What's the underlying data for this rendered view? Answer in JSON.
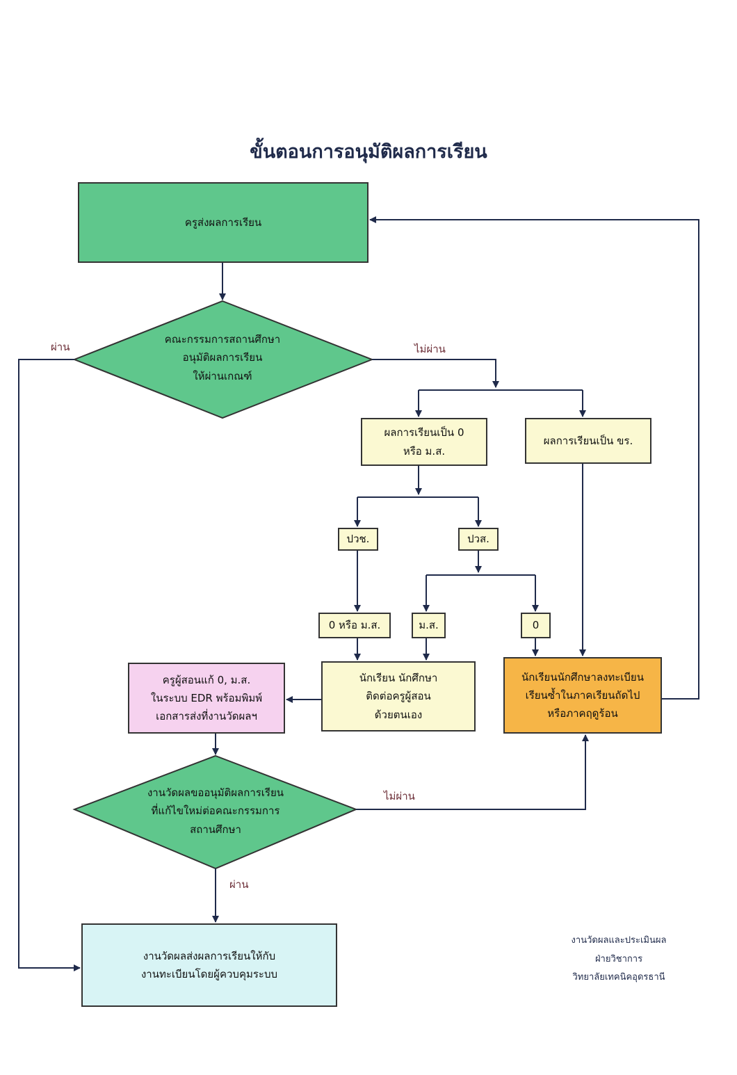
{
  "title": "ขั้นตอนการอนุมัติผลการเรียน",
  "nodes": {
    "teacher_submit": "ครูส่งผลการเรียน",
    "committee_approve": "คณะกรรมการสถานศึกษา\nอนุมัติผลการเรียน\nให้ผ่านเกณฑ์",
    "grade_zero": "ผลการเรียนเป็น 0\nหรือ ม.ส.",
    "grade_incomplete": "ผลการเรียนเป็น ขร.",
    "level_pvc": "ปวช.",
    "level_pvs": "ปวส.",
    "zero_or_ms": "0 หรือ ม.ส.",
    "ms": "ม.ส.",
    "zero": "0",
    "student_contact": "นักเรียน นักศึกษา\nติดต่อครูผู้สอน\nด้วยตนเอง",
    "teacher_fix": "ครูผู้สอนแก้ 0, ม.ส.\nในระบบ EDR พร้อมพิมพ์\nเอกสารส่งที่งานวัดผลฯ",
    "reregister": "นักเรียนนักศึกษาลงทะเบียน\nเรียนซ้ำในภาคเรียนถัดไป\nหรือภาคฤดูร้อน",
    "measure_request": "งานวัดผลขออนุมัติผลการเรียน\nที่แก้ไขใหม่ต่อคณะกรรมการ\nสถานศึกษา",
    "send_registry": "งานวัดผลส่งผลการเรียนให้กับ\nงานทะเบียนโดยผู้ควบคุมระบบ"
  },
  "edge_labels": {
    "pass_top": "ผ่าน",
    "fail_top": "ไม่ผ่าน",
    "fail_bottom": "ไม่ผ่าน",
    "pass_bottom": "ผ่าน"
  },
  "footer": "งานวัดผลและประเมินผล\nฝ่ายวิชาการ\nวิทยาลัยเทคนิคอุดรธานี",
  "colors": {
    "green": "#5fc78c",
    "pale_yellow": "#fbf9d2",
    "pink": "#f6d2ef",
    "orange": "#f6b547",
    "light_cyan": "#d8f4f5",
    "connector": "#1f2a4a"
  }
}
